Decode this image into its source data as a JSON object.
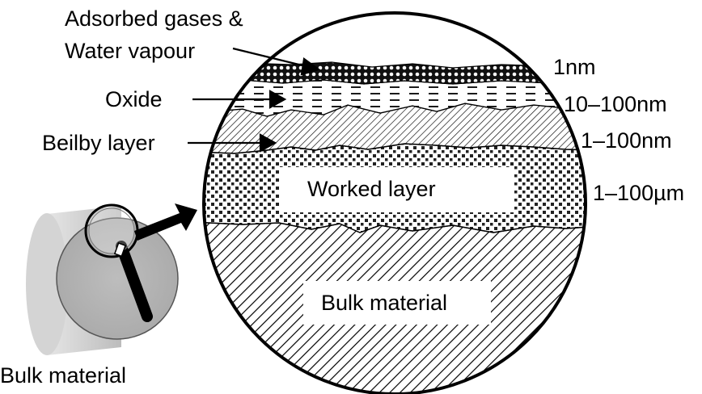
{
  "labels": {
    "adsorbed_line1": "Adsorbed gases &",
    "adsorbed_line2": "Water vapour",
    "oxide": "Oxide",
    "beilby": "Beilby layer",
    "worked": "Worked layer",
    "bulk_inside": "Bulk material",
    "bulk_outside": "Bulk material"
  },
  "thickness": {
    "adsorbed": "1nm",
    "oxide": "10–100nm",
    "beilby": "1–100nm",
    "worked": "1–100µm"
  },
  "colors": {
    "ink": "#000000",
    "background": "#ffffff",
    "cylinder_side": "#c4c4c4",
    "cylinder_face": "#b4b4b4",
    "worked_dots": "#222222"
  },
  "icons": [
    "magnifier-icon",
    "arrow-right-icon",
    "cylinder-icon"
  ]
}
